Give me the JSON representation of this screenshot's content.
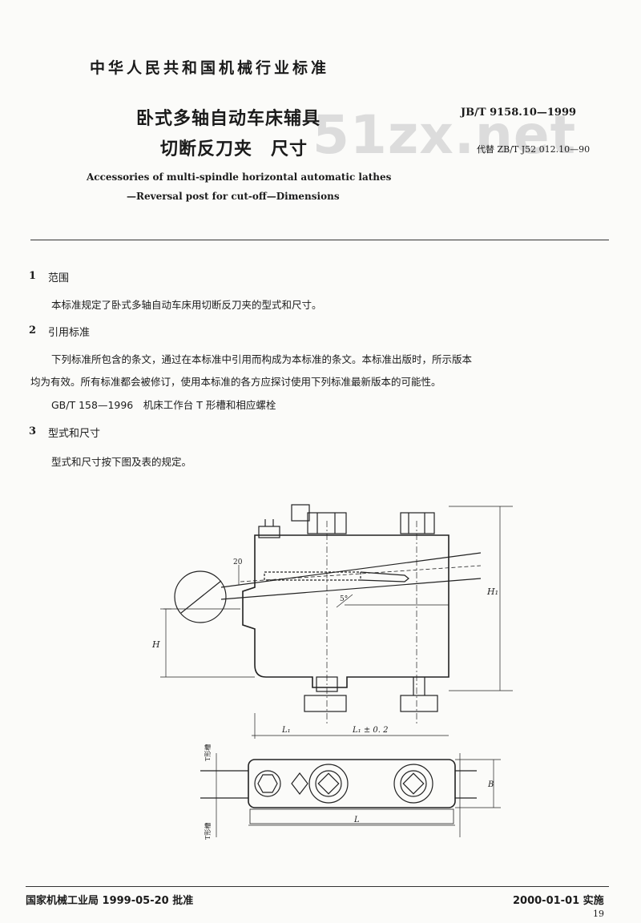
{
  "header": {
    "org": "中华人民共和国机械行业标准",
    "title_cn_line1": "卧式多轴自动车床辅具",
    "title_cn_line2": "切断反刀夹　尺寸",
    "standard_no": "JB/T 9158.10—1999",
    "replaces": "代替 ZB/T J52 012.10—90",
    "title_en_line1": "Accessories of multi-spindle horizontal automatic lathes",
    "title_en_line2": "—Reversal post for cut-off—Dimensions",
    "watermark": "51zx.net"
  },
  "sections": [
    {
      "num": "1",
      "title": "范围",
      "paragraphs": [
        "本标准规定了卧式多轴自动车床用切断反刀夹的型式和尺寸。"
      ]
    },
    {
      "num": "2",
      "title": "引用标准",
      "paragraphs": [
        "下列标准所包含的条文，通过在本标准中引用而构成为本标准的条文。本标准出版时，所示版本",
        "均为有效。所有标准都会被修订，使用本标准的各方应探讨使用下列标准最新版本的可能性。",
        "GB/T 158—1996　机床工作台 T 形槽和相应螺栓"
      ]
    },
    {
      "num": "3",
      "title": "型式和尺寸",
      "paragraphs": [
        "型式和尺寸按下图及表的规定。"
      ]
    }
  ],
  "drawing": {
    "label_20": "20",
    "label_5deg": "5°",
    "label_H": "H",
    "label_H1": "H₁",
    "label_L1": "L₁",
    "label_L1_tol": "L₁ ± 0. 2",
    "label_L": "L",
    "label_B": "B",
    "label_slot_top": "T形槽",
    "label_slot_bot": "T形槽"
  },
  "footer": {
    "left": "国家机械工业局 1999-05-20 批准",
    "right": "2000-01-01 实施",
    "page": "19"
  }
}
